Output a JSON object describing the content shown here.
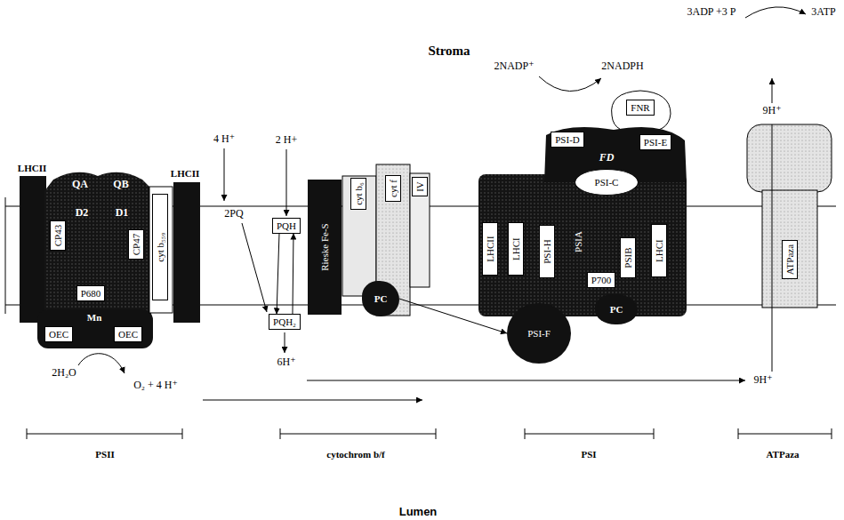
{
  "diagram": {
    "nodes": [
      {
        "text": [
          "CP43"
        ]
      },
      {
        "text": [
          "CP47"
        ]
      },
      {
        "text": [
          "P680"
        ]
      },
      {
        "text": [
          "OEC"
        ]
      },
      {
        "text": [
          "OEC"
        ]
      },
      {
        "text": [
          "cyt b₅₅₉"
        ]
      },
      {
        "text": [
          "PQH"
        ]
      },
      {
        "text": [
          "PQH₂"
        ]
      },
      {
        "text": [
          "cyt b₆"
        ]
      },
      {
        "text": [
          "Rieske Fe-S"
        ]
      },
      {
        "text": [
          "cyt f"
        ]
      },
      {
        "text": [
          "IV"
        ]
      },
      {
        "text": [
          "PC"
        ]
      },
      {
        "text": [
          "LHCII"
        ]
      },
      {
        "text": [
          "LHCI"
        ]
      },
      {
        "text": [
          "PSI-H"
        ]
      },
      {
        "text": [
          "PSIB"
        ]
      },
      {
        "text": [
          "LHCI"
        ]
      },
      {
        "text": [
          "P700"
        ]
      },
      {
        "text": [
          "PC"
        ]
      },
      {
        "text": [
          "PSI-F"
        ]
      },
      {
        "text": [
          "PSI-D"
        ]
      },
      {
        "text": [
          "PSI-C"
        ]
      },
      {
        "text": [
          "PSI-E"
        ]
      },
      {
        "text": [
          "FNR"
        ]
      },
      {
        "text": [
          "ATPaza"
        ]
      }
    ],
    "edges": [
      {
        "from": 7,
        "to": 6,
        "arrow": "to"
      },
      {
        "from": 6,
        "to": 7,
        "arrow": "to"
      },
      {
        "from": 12,
        "to": 20,
        "arrow": "to"
      }
    ],
    "labels": [
      "Stroma",
      "3ADP +3 P",
      "3ATP",
      "2NADP⁺",
      "2NADPH",
      "9H⁺",
      "4 H⁺",
      "2 H+",
      "LHCII",
      "LHCII",
      "QA",
      "QB",
      "D2",
      "D1",
      "2PQ",
      "FD",
      "PSIA",
      "Mn",
      "2H₂O",
      "O₂ + 4 H⁺",
      "6H⁺",
      "9H⁺",
      "PSII",
      "cytochrom b/f",
      "PSI",
      "ATPaza",
      "Lumen"
    ]
  }
}
